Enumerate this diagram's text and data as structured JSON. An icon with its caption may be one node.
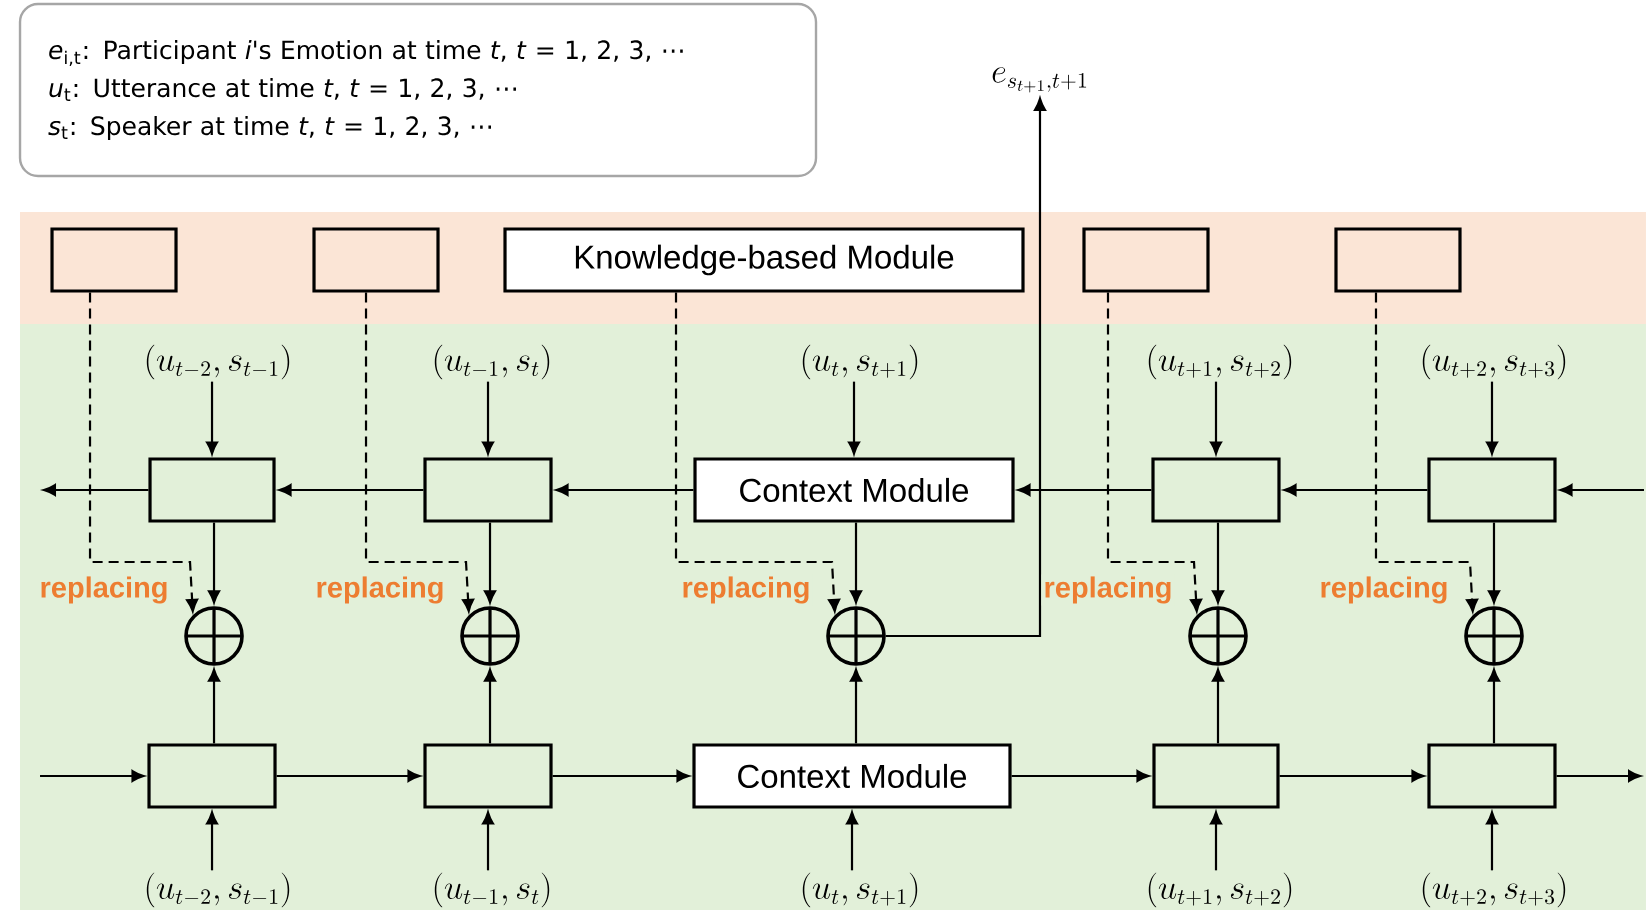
{
  "diagram": {
    "nodes": [
      {
        "text": [
          "*e*$_{i,t}$: Participant *i*'s Emotion at time *t*, *t* = 1, 2, 3, ⋯",
          "*u*$_{t}$: Utterance at time *t*, *t* = 1, 2, 3, ⋯",
          "*s*$_{t}$: Speaker at time *t*, *t* = 1, 2, 3, ⋯"
        ]
      },
      {
        "text": [
          "e_{s_{t+1},t+1}"
        ]
      },
      {
        "text": [],
        "shape": "box"
      },
      {
        "text": [],
        "shape": "box"
      },
      {
        "text": [
          "Knowledge-based Module"
        ]
      },
      {
        "text": [],
        "shape": "box"
      },
      {
        "text": [],
        "shape": "box"
      },
      {
        "text": [
          "(u_{t-2}, s_{t-1})"
        ]
      },
      {
        "text": [
          "(u_{t-1}, s_{t})"
        ]
      },
      {
        "text": [
          "(u_{t}, s_{t+1})"
        ]
      },
      {
        "text": [
          "(u_{t+1}, s_{t+2})"
        ]
      },
      {
        "text": [
          "(u_{t+2}, s_{t+3})"
        ]
      },
      {
        "text": [],
        "shape": "box"
      },
      {
        "text": [],
        "shape": "box"
      },
      {
        "text": [
          "Context Module"
        ]
      },
      {
        "text": [],
        "shape": "box"
      },
      {
        "text": [],
        "shape": "box"
      },
      {
        "text": [],
        "shape": "circle"
      },
      {
        "text": [],
        "shape": "circle"
      },
      {
        "text": [],
        "shape": "circle"
      },
      {
        "text": [],
        "shape": "circle"
      },
      {
        "text": [],
        "shape": "circle"
      },
      {
        "text": [],
        "shape": "box"
      },
      {
        "text": [],
        "shape": "box"
      },
      {
        "text": [
          "Context Module"
        ]
      },
      {
        "text": [],
        "shape": "box"
      },
      {
        "text": [],
        "shape": "box"
      },
      {
        "text": [
          "(u_{t-2}, s_{t-1})"
        ]
      },
      {
        "text": [
          "(u_{t-1}, s_{t})"
        ]
      },
      {
        "text": [
          "(u_{t}, s_{t+1})"
        ]
      },
      {
        "text": [
          "(u_{t+1}, s_{t+2})"
        ]
      },
      {
        "text": [
          "(u_{t+2}, s_{t+3})"
        ]
      }
    ],
    "edges": [
      {
        "from": 7,
        "to": 12,
        "arrow": "to"
      },
      {
        "from": 8,
        "to": 13,
        "arrow": "to"
      },
      {
        "from": 9,
        "to": 14,
        "arrow": "to"
      },
      {
        "from": 10,
        "to": 15,
        "arrow": "to"
      },
      {
        "from": 11,
        "to": 16,
        "arrow": "to"
      },
      {
        "from": 12,
        "to": 17,
        "arrow": "to"
      },
      {
        "from": 13,
        "to": 18,
        "arrow": "to"
      },
      {
        "from": 14,
        "to": 19,
        "arrow": "to"
      },
      {
        "from": 15,
        "to": 20,
        "arrow": "to"
      },
      {
        "from": 16,
        "to": 21,
        "arrow": "to"
      },
      {
        "from": 22,
        "to": 17,
        "arrow": "to"
      },
      {
        "from": 23,
        "to": 18,
        "arrow": "to"
      },
      {
        "from": 24,
        "to": 19,
        "arrow": "to"
      },
      {
        "from": 25,
        "to": 20,
        "arrow": "to"
      },
      {
        "from": 26,
        "to": 21,
        "arrow": "to"
      },
      {
        "from": 27,
        "to": 22,
        "arrow": "to"
      },
      {
        "from": 28,
        "to": 23,
        "arrow": "to"
      },
      {
        "from": 29,
        "to": 24,
        "arrow": "to"
      },
      {
        "from": 30,
        "to": 25,
        "arrow": "to"
      },
      {
        "from": 31,
        "to": 26,
        "arrow": "to"
      },
      {
        "from": 2,
        "to": 17,
        "arrow": "to",
        "style": "dashed",
        "label": "replacing"
      },
      {
        "from": 3,
        "to": 18,
        "arrow": "to",
        "style": "dashed",
        "label": "replacing"
      },
      {
        "from": 4,
        "to": 19,
        "arrow": "to",
        "style": "dashed",
        "label": "replacing"
      },
      {
        "from": 5,
        "to": 20,
        "arrow": "to",
        "style": "dashed",
        "label": "replacing"
      },
      {
        "from": 6,
        "to": 21,
        "arrow": "to",
        "style": "dashed",
        "label": "replacing"
      },
      {
        "from": 19,
        "to": 1,
        "arrow": "to"
      },
      {
        "from": null,
        "to": 16,
        "arrow": "to"
      },
      {
        "from": 16,
        "to": 15,
        "arrow": "to"
      },
      {
        "from": 15,
        "to": 14,
        "arrow": "to"
      },
      {
        "from": 14,
        "to": 13,
        "arrow": "to"
      },
      {
        "from": 13,
        "to": 12,
        "arrow": "to"
      },
      {
        "from": 12,
        "to": null,
        "arrow": "to"
      },
      {
        "from": null,
        "to": 22,
        "arrow": "to"
      },
      {
        "from": 22,
        "to": 23,
        "arrow": "to"
      },
      {
        "from": 23,
        "to": 24,
        "arrow": "to"
      },
      {
        "from": 24,
        "to": 25,
        "arrow": "to"
      },
      {
        "from": 25,
        "to": 26,
        "arrow": "to"
      },
      {
        "from": 26,
        "to": null,
        "arrow": "to"
      }
    ]
  }
}
